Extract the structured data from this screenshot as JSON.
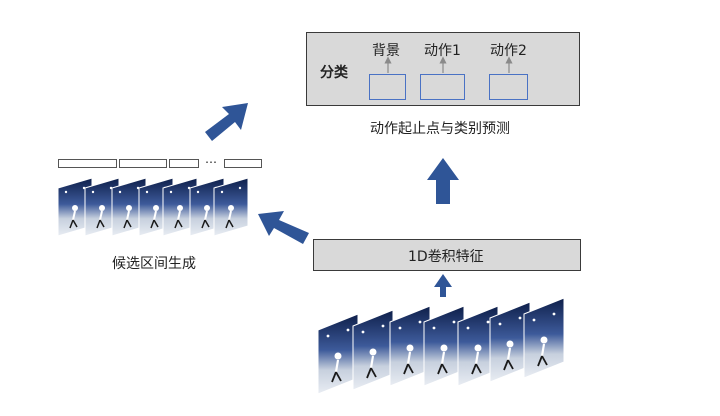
{
  "classifier": {
    "label": "分类",
    "heads": [
      "背景",
      "动作1",
      "动作2"
    ]
  },
  "prediction_caption": "动作起止点与类别预测",
  "conv_label": "1D卷积特征",
  "proposal_caption": "候选区间生成",
  "proposal_ellipsis": "…",
  "colors": {
    "arrow": "#2f5597",
    "box_fill": "#d9d9d9",
    "head_border": "#4a72c4"
  }
}
